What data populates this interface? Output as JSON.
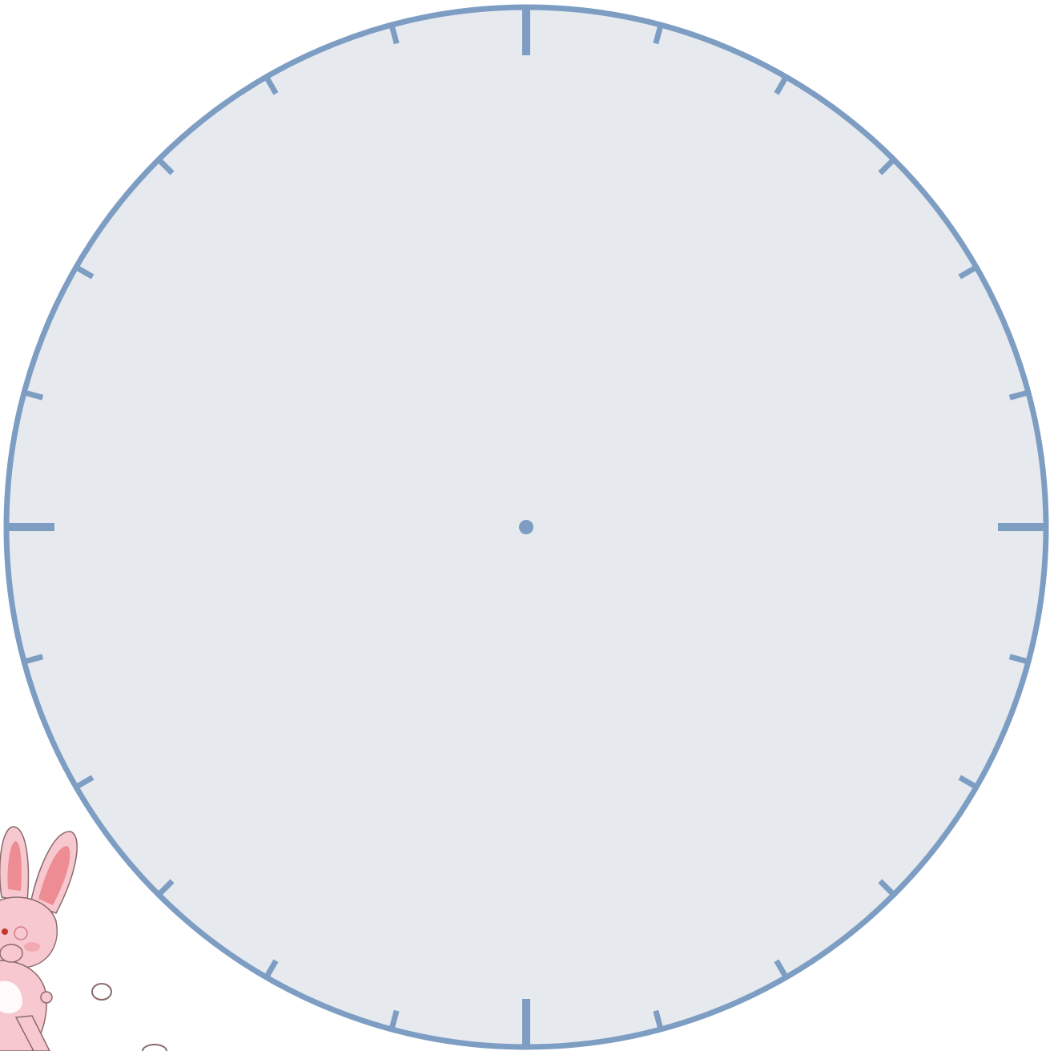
{
  "clock_face": {
    "tick_count": 24,
    "major_tick_every": 6,
    "colors": {
      "face_fill": "#e6eaef",
      "stroke": "#7d9dc3",
      "bunny_body": "#f7c8cf",
      "bunny_inner_ear": "#ee8c93",
      "bunny_outline": "#8a6a6a"
    }
  },
  "decorations": {
    "bunny_icon": "bunny-illustration",
    "bubble_icon": "bubble"
  }
}
